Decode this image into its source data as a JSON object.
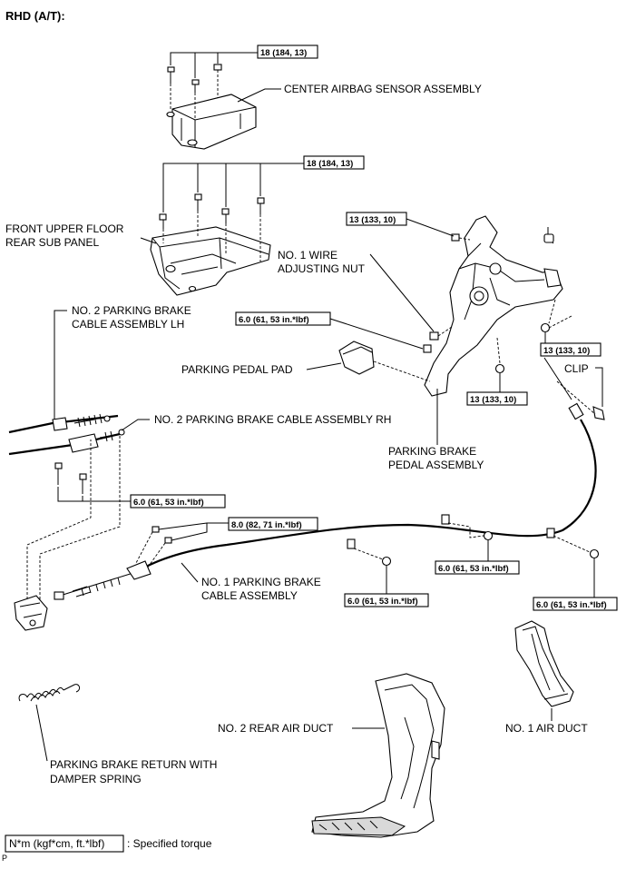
{
  "header": "RHD (A/T):",
  "labels": {
    "center_airbag": "CENTER AIRBAG SENSOR ASSEMBLY",
    "front_floor_1": "FRONT UPPER FLOOR",
    "front_floor_2": "REAR SUB PANEL",
    "wire_nut_1": "NO. 1 WIRE",
    "wire_nut_2": "ADJUSTING NUT",
    "cable_lh_1": "NO. 2 PARKING BRAKE",
    "cable_lh_2": "CABLE ASSEMBLY LH",
    "pedal_pad": "PARKING PEDAL PAD",
    "clip": "CLIP",
    "cable_rh": "NO. 2 PARKING BRAKE CABLE ASSEMBLY RH",
    "pedal_assy_1": "PARKING BRAKE",
    "pedal_assy_2": "PEDAL ASSEMBLY",
    "cable_no1_1": "NO. 1 PARKING BRAKE",
    "cable_no1_2": "CABLE ASSEMBLY",
    "air_duct_2": "NO. 2 REAR AIR DUCT",
    "air_duct_1": "NO. 1 AIR DUCT",
    "spring_1": "PARKING BRAKE RETURN WITH",
    "spring_2": "DAMPER SPRING"
  },
  "torques": {
    "t_airbag": "18 (184, 13)",
    "t_floor": "18 (184, 13)",
    "t_pedal_top": "13 (133, 10)",
    "t_wire_nut": "6.0 (61, 53 in.*lbf)",
    "t_pedal_right": "13 (133, 10)",
    "t_pedal_bottom": "13 (133, 10)",
    "t_bolts_lower": "6.0 (61, 53 in.*lbf)",
    "t_cable_front": "8.0 (82, 71 in.*lbf)",
    "t_cable_mid": "6.0 (61, 53 in.*lbf)",
    "t_cable_center": "6.0 (61, 53 in.*lbf)",
    "t_cable_right": "6.0 (61, 53 in.*lbf)"
  },
  "legend": {
    "unit": "N*m (kgf*cm, ft.*lbf)",
    "text": ": Specified torque"
  },
  "footer": "P"
}
